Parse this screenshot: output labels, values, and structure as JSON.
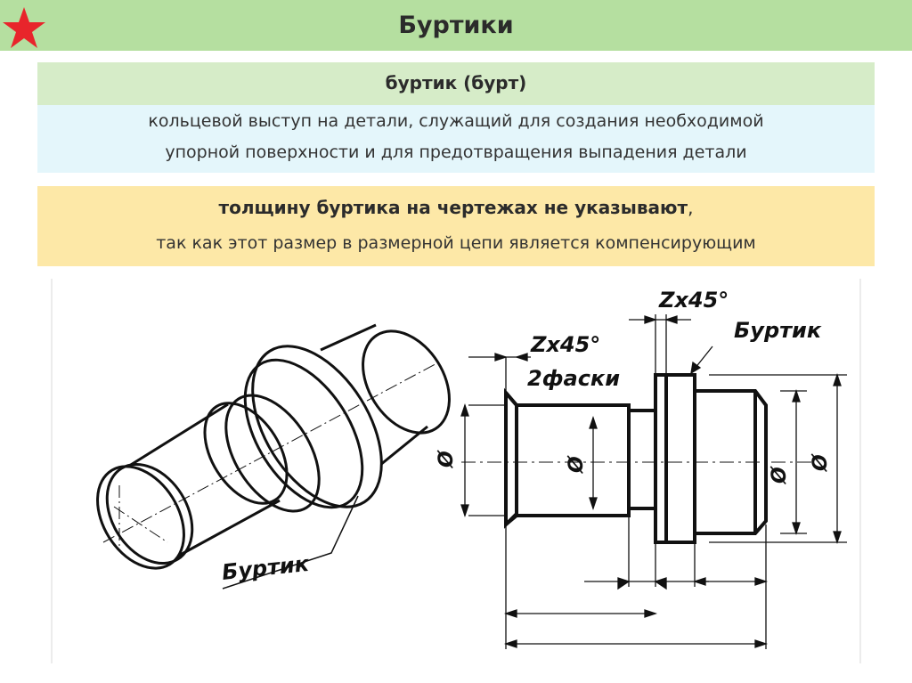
{
  "slide": {
    "title": "Буртики",
    "star_icon": "red-star-icon",
    "accent_colors": {
      "title_bar": "#b5dfa0",
      "star": "#e8252b",
      "definition_bg": "#e4f6fb",
      "note_bg": "#fde8a7"
    }
  },
  "definition": {
    "term": "буртик (бурт)",
    "line1": "кольцевой выступ на детали, служащий для создания необходимой",
    "line2": "упорной поверхности и для предотвращения выпадения детали"
  },
  "note": {
    "strong": "толщину буртика на чертежах не указывают",
    "comma": ",",
    "rest": "так как этот размер в размерной цепи является компенсирующим"
  },
  "drawing": {
    "iso_label": "Буртик",
    "chamfer_left": "Zx45°",
    "chamfer_left_note": "2фаски",
    "chamfer_right": "Zx45°",
    "collar_label": "Буртик",
    "diameter_symbol": "Ø"
  }
}
